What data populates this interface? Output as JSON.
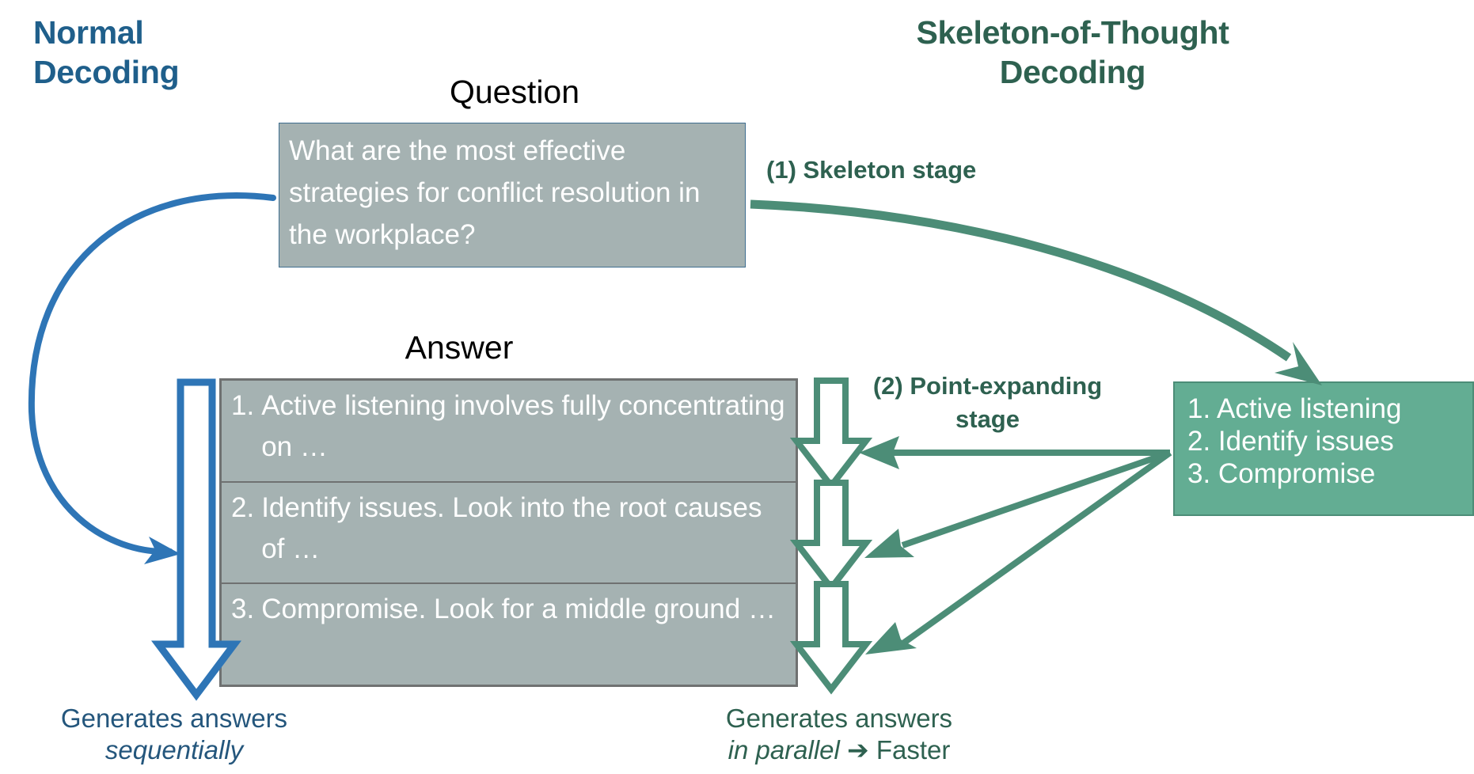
{
  "colors": {
    "blue": "#1f5f8b",
    "blue_arrow": "#2e75b6",
    "green_dark": "#2e6150",
    "green_arrow": "#4c8d77",
    "green_box": "#63ad93",
    "gray_box": "#a5b2b2",
    "gray_border": "#6f7171",
    "white": "#ffffff"
  },
  "headings": {
    "left_title": "Normal\nDecoding",
    "right_title": "Skeleton-of-Thought\nDecoding"
  },
  "question": {
    "label": "Question",
    "text": "What are the most effective strategies for conflict resolution in the workplace?"
  },
  "answer": {
    "label": "Answer",
    "items": [
      {
        "num": "1.",
        "text": "Active listening involves fully concentrating on …"
      },
      {
        "num": "2.",
        "text": "Identify issues. Look into the root causes of …"
      },
      {
        "num": "3.",
        "text": "Compromise. Look for a middle ground …"
      }
    ]
  },
  "skeleton": {
    "items": [
      "1. Active listening",
      "2. Identify issues",
      "3. Compromise"
    ]
  },
  "stages": {
    "stage1": "(1) Skeleton stage",
    "stage2": "(2) Point-expanding\nstage"
  },
  "captions": {
    "left_line1": "Generates answers",
    "left_line2": "sequentially",
    "right_line1": "Generates answers",
    "right_line2_italic": "in parallel",
    "right_arrow_glyph": "➔",
    "right_line2_rest": "Faster"
  }
}
